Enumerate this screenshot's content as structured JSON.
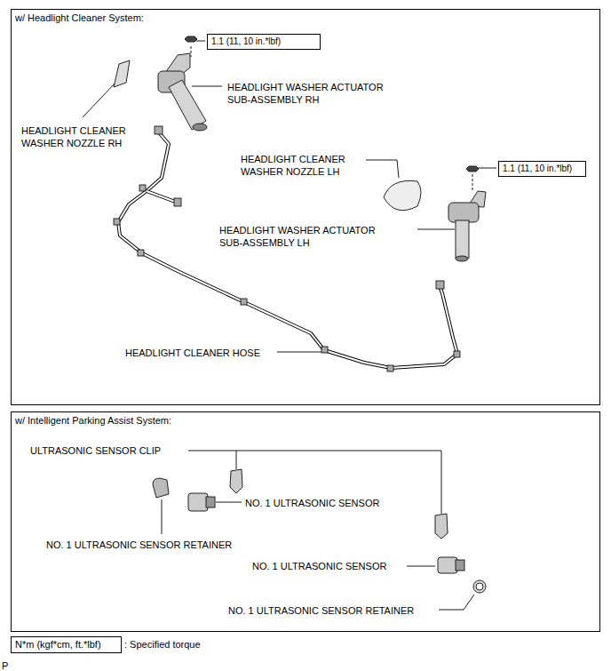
{
  "diagram": {
    "nodes": [
      {
        "text": [
          "w/ Headlight Cleaner System:"
        ]
      },
      {
        "text": [
          "1.1 (11, 10 in.*lbf)"
        ],
        "in": 0
      },
      {
        "text": [
          "1.1 (11, 10 in.*lbf)"
        ],
        "in": 0
      },
      {
        "text": [
          "w/ Intelligent Parking Assist System:"
        ]
      },
      {
        "text": [
          "N*m (kgf*cm, ft.*lbf)"
        ]
      }
    ],
    "labels": [
      "HEADLIGHT WASHER ACTUATOR SUB-ASSEMBLY RH",
      "HEADLIGHT CLEANER WASHER NOZZLE RH",
      "HEADLIGHT CLEANER WASHER NOZZLE LH",
      "HEADLIGHT WASHER ACTUATOR SUB-ASSEMBLY LH",
      "HEADLIGHT CLEANER HOSE",
      "ULTRASONIC SENSOR CLIP",
      "NO. 1 ULTRASONIC SENSOR",
      "NO. 1 ULTRASONIC SENSOR RETAINER",
      "NO. 1 ULTRASONIC SENSOR",
      "NO. 1 ULTRASONIC SENSOR RETAINER",
      ": Specified torque",
      "P"
    ]
  }
}
